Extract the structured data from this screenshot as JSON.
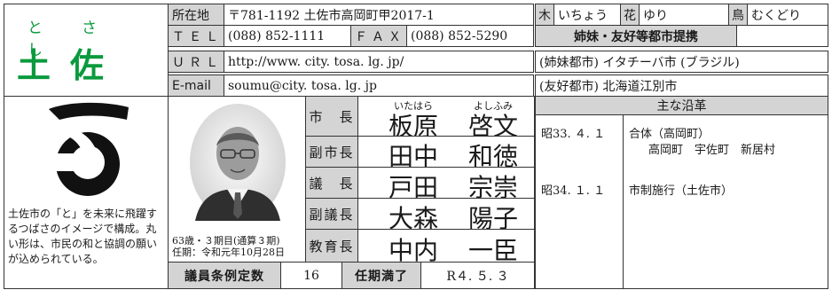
{
  "city": {
    "ruby": "とさし",
    "name": "土佐市"
  },
  "emblem": {
    "description_text": "土佐市の「と」を未来に飛躍するつばさのイメージで構成。丸い形は、市民の和と協調の願いが込められている。"
  },
  "contact": {
    "address_label": "所在地",
    "address": "〒781-1192 土佐市高岡町甲2017-1",
    "tel_label": "ＴＥＬ",
    "tel": "(088) 852-1111",
    "fax_label": "ＦＡＸ",
    "fax": "(088) 852-5290",
    "url_label": "ＵＲＬ",
    "url": "http://www. city. tosa. lg. jp/",
    "email_label": "E-mail",
    "email": "soumu@city. tosa. lg. jp"
  },
  "symbols": {
    "tree_label": "木",
    "tree": "いちょう",
    "flower_label": "花",
    "flower": "ゆり",
    "bird_label": "鳥",
    "bird": "むくどり"
  },
  "sister_cities": {
    "header": "姉妹・友好等都市提携",
    "sister": "(姉妹都市) イタチーバ市 (ブラジル)",
    "friendship": "(友好都市) 北海道江別市"
  },
  "mayor_info": {
    "age_term": "63歳・３期目(通算３期)",
    "appointed": "任期：令和元年10月28日"
  },
  "officials": [
    {
      "role": "市　長",
      "name_a": "板原",
      "name_b": "啓文",
      "ruby_a": "いたはら",
      "ruby_b": "よしふみ"
    },
    {
      "role": "副市長",
      "name_a": "田中",
      "name_b": "和徳",
      "ruby_a": "",
      "ruby_b": ""
    },
    {
      "role": "議　長",
      "name_a": "戸田",
      "name_b": "宗崇",
      "ruby_a": "",
      "ruby_b": ""
    },
    {
      "role": "副議長",
      "name_a": "大森",
      "name_b": "陽子",
      "ruby_a": "",
      "ruby_b": ""
    },
    {
      "role": "教育長",
      "name_a": "中内",
      "name_b": "一臣",
      "ruby_a": "",
      "ruby_b": ""
    }
  ],
  "council": {
    "seats_label": "議員条例定数",
    "seats": "16",
    "term_label": "任期満了",
    "term_end": "R４. ５. ３"
  },
  "history": {
    "header": "主な沿革",
    "entries": [
      {
        "date": "昭33. ４. １",
        "event": "合体（高岡町）",
        "detail": "高岡町　宇佐町　新居村"
      },
      {
        "date": "昭34. １. １",
        "event": "市制施行（土佐市）",
        "detail": ""
      }
    ]
  },
  "colors": {
    "brand_green": "#0a9a3e",
    "label_gray": "#d4d4d4"
  }
}
